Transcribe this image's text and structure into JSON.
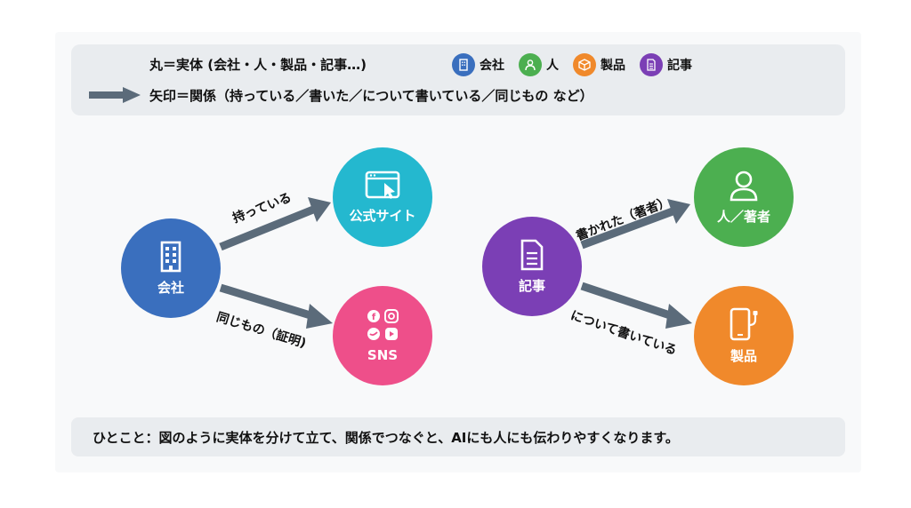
{
  "legend": {
    "line1": "丸＝実体 (会社・人・製品・記事…)",
    "line2": "矢印＝関係（持っている／書いた／について書いている／同じもの など）",
    "items": [
      {
        "label": "会社",
        "icon": "building-icon",
        "color": "#3a6fbe"
      },
      {
        "label": "人",
        "icon": "person-icon",
        "color": "#4caf50"
      },
      {
        "label": "製品",
        "icon": "box-icon",
        "color": "#f0892b"
      },
      {
        "label": "記事",
        "icon": "document-icon",
        "color": "#7b3fb5"
      }
    ]
  },
  "nodes": {
    "company": {
      "label": "会社",
      "icon": "building-icon",
      "color": "#3a6fbe"
    },
    "website": {
      "label": "公式サイト",
      "icon": "browser-window-icon",
      "color": "#24b8cf"
    },
    "sns": {
      "label": "SNS",
      "icon": "social-media-icon",
      "color": "#ee4f8a"
    },
    "article": {
      "label": "記事",
      "icon": "document-icon",
      "color": "#7b3fb5"
    },
    "author": {
      "label": "人／著者",
      "icon": "person-icon",
      "color": "#4caf50"
    },
    "product": {
      "label": "製品",
      "icon": "smartphone-icon",
      "color": "#f0892b"
    }
  },
  "edges": {
    "company_website": "持っている",
    "company_sns": "同じもの（証明)",
    "article_author": "書かれた（著者）",
    "article_product": "について書いている"
  },
  "footer": {
    "text": "ひとこと：図のように実体を分けて立て、関係でつなぐと、AIにも人にも伝わりやすくなります。"
  },
  "colors": {
    "arrow": "#5b6b7a",
    "panel": "#e9ecef"
  }
}
